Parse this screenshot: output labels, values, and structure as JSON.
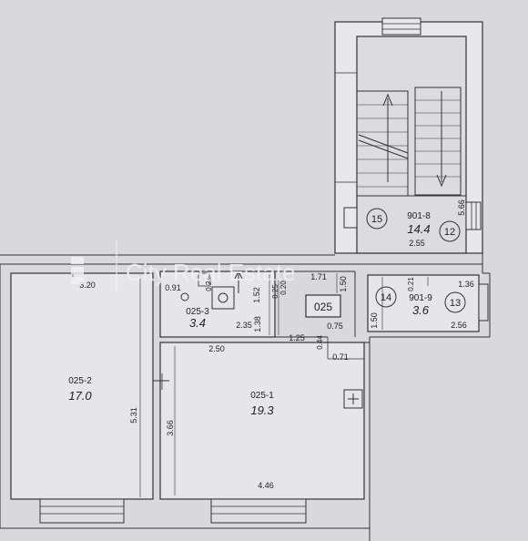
{
  "watermark": "City Real Estate",
  "rooms": {
    "r025_2": {
      "code": "025-2",
      "area": "17.0"
    },
    "r025_1": {
      "code": "025-1",
      "area": "19.3"
    },
    "r025_3": {
      "code": "025-3",
      "area": "3.4"
    },
    "r901_8": {
      "code": "901-8",
      "area": "14.4"
    },
    "r901_9": {
      "code": "901-9",
      "area": "3.6"
    },
    "unit": {
      "code": "025"
    }
  },
  "markers": [
    "15",
    "12",
    "14",
    "13"
  ],
  "dims": {
    "d320": "3.20",
    "d531": "5.31",
    "d366": "3.66",
    "d446": "4.46",
    "d250": "2.50",
    "d125": "1.25",
    "d235": "2.35",
    "d152": "1.52",
    "d138": "1.38",
    "d091": "0.91",
    "d021a": "0.21",
    "d025": "0.25",
    "d020": "0.20",
    "d171": "1.71",
    "d150a": "1.50",
    "d150b": "1.50",
    "d075": "0.75",
    "d044": "0.44",
    "d071": "0.71",
    "d021b": "0.21",
    "d136": "1.36",
    "d256": "2.56",
    "d566": "5.66",
    "d255": "2.55"
  }
}
